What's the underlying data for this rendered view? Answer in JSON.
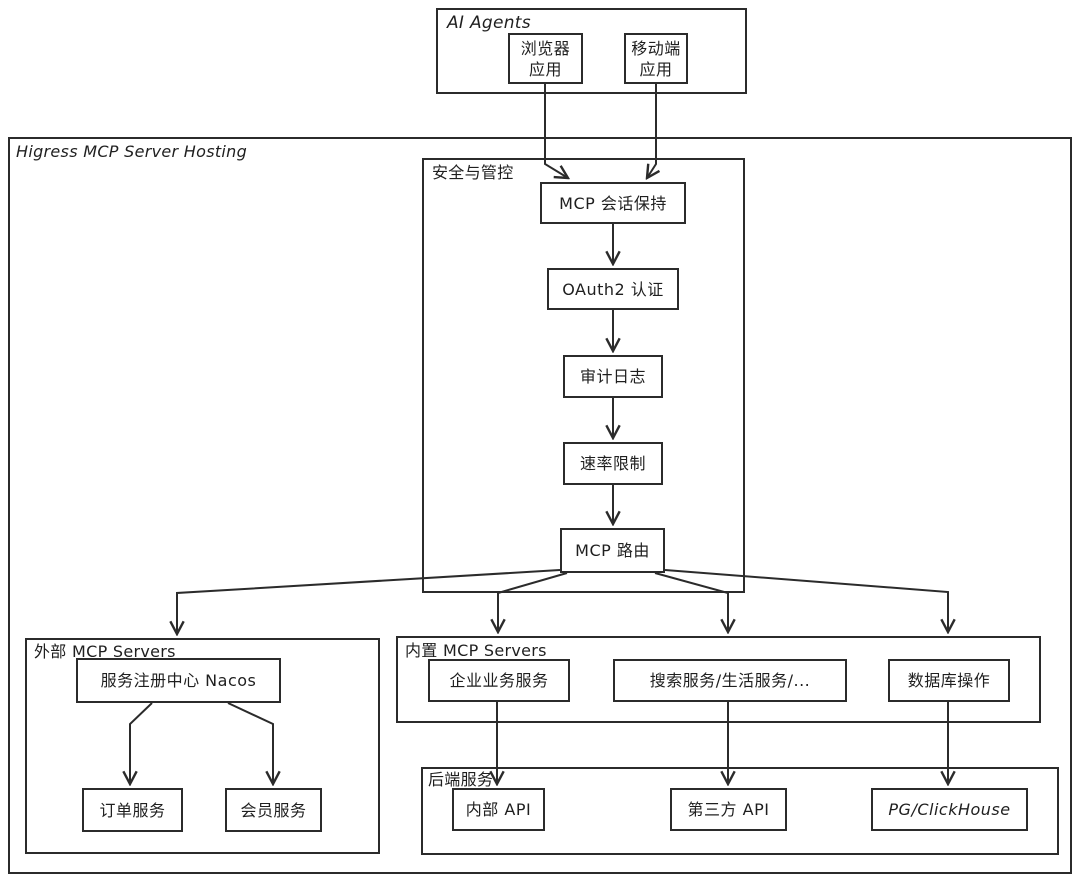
{
  "colors": {
    "stroke": "#2b2b2b",
    "background": "#ffffff"
  },
  "groups": {
    "ai_agents": {
      "label": "AI Agents"
    },
    "higress": {
      "label": "Higress MCP Server Hosting"
    },
    "security": {
      "label": "安全与管控"
    },
    "external_mcp": {
      "label": "外部 MCP Servers"
    },
    "builtin_mcp": {
      "label": "内置 MCP Servers"
    },
    "backend": {
      "label": "后端服务"
    }
  },
  "nodes": {
    "browser_app": {
      "line1": "浏览器",
      "line2": "应用"
    },
    "mobile_app": {
      "line1": "移动端",
      "line2": "应用"
    },
    "mcp_session": {
      "label": "MCP 会话保持"
    },
    "oauth2": {
      "label": "OAuth2 认证"
    },
    "audit_log": {
      "label": "审计日志"
    },
    "rate_limit": {
      "label": "速率限制"
    },
    "mcp_router": {
      "label": "MCP 路由"
    },
    "nacos": {
      "label": "服务注册中心 Nacos"
    },
    "order_service": {
      "label": "订单服务"
    },
    "member_service": {
      "label": "会员服务"
    },
    "enterprise_service": {
      "label": "企业业务服务"
    },
    "search_service": {
      "label": "搜索服务/生活服务/..."
    },
    "database_ops": {
      "label": "数据库操作"
    },
    "internal_api": {
      "label": "内部 API"
    },
    "third_party_api": {
      "label": "第三方 API"
    },
    "pg_clickhouse": {
      "label": "PG/ClickHouse"
    }
  }
}
